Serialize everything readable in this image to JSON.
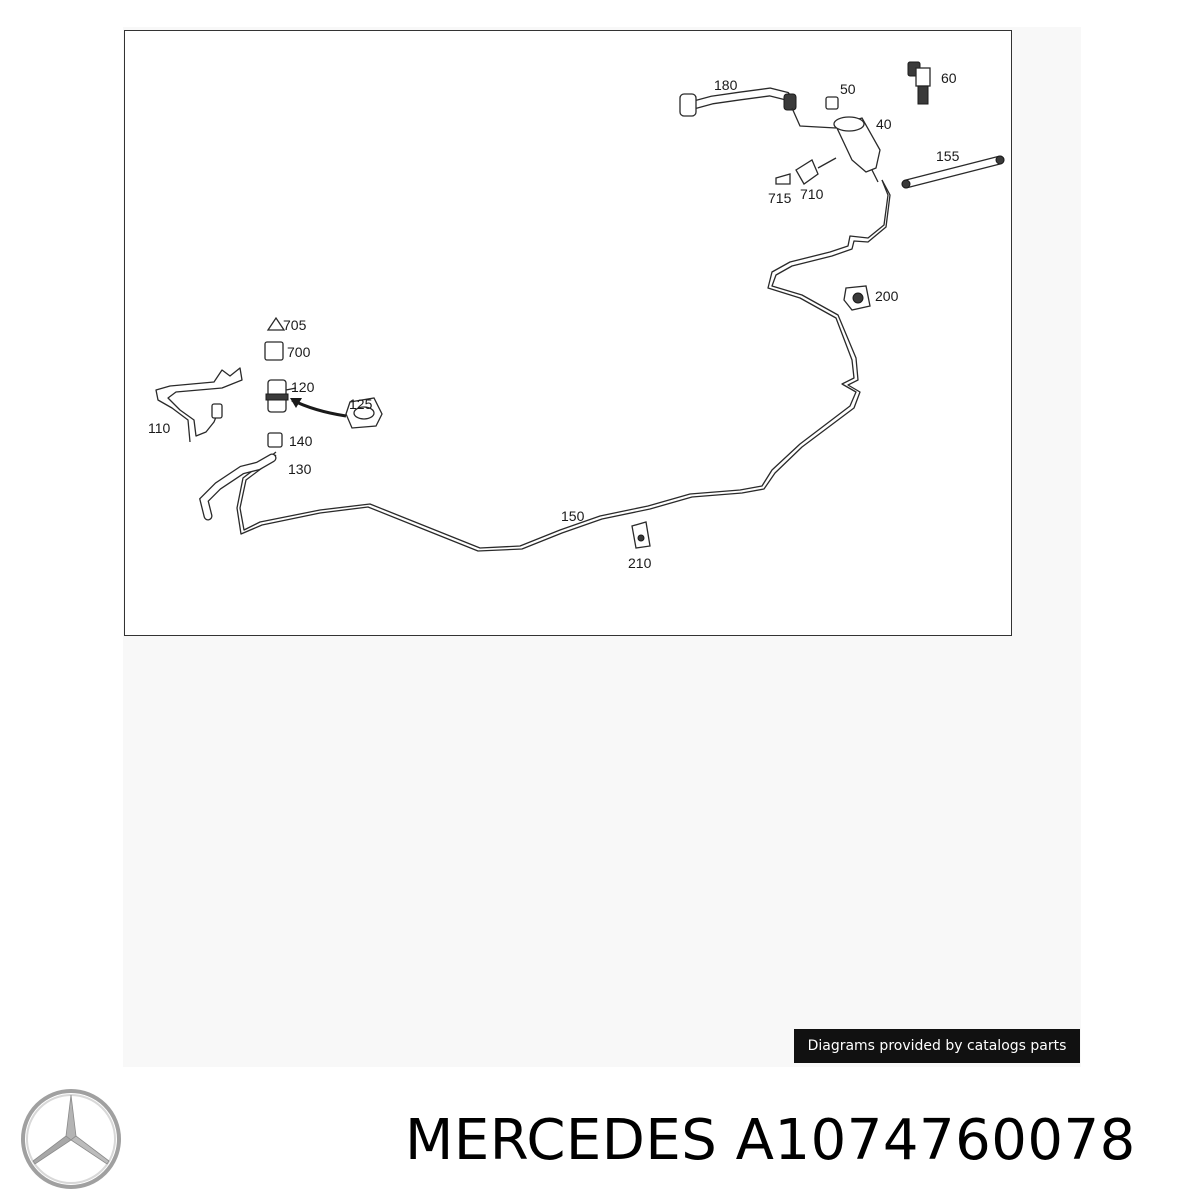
{
  "diagram": {
    "callouts": {
      "c180": "180",
      "c50": "50",
      "c60": "60",
      "c40": "40",
      "c155": "155",
      "c715": "715",
      "c710": "710",
      "c200": "200",
      "c705": "705",
      "c700": "700",
      "c120": "120",
      "c125": "125",
      "c110": "110",
      "c140": "140",
      "c130": "130",
      "c150": "150",
      "c210": "210"
    }
  },
  "credit": {
    "text": "Diagrams provided by catalogs parts"
  },
  "product": {
    "title": "MERCEDES A1074760078"
  },
  "icons": {
    "brand": "mercedes-star-logo"
  }
}
